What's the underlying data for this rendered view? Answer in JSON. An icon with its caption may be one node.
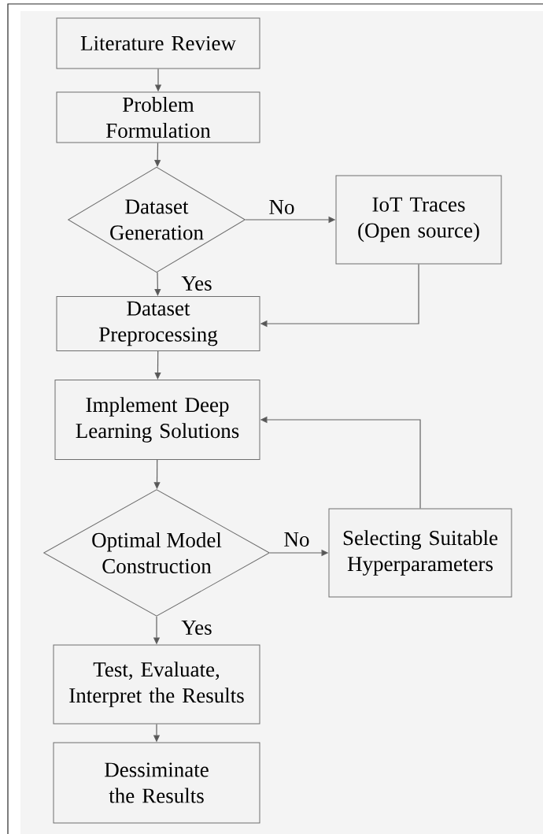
{
  "diagram": {
    "nodes": [
      {
        "text": [
          "Literature Review"
        ]
      },
      {
        "text": [
          "Problem Formulation"
        ]
      },
      {
        "text": [
          "Dataset Generation"
        ]
      },
      {
        "text": [
          "IoT Traces (Open source)"
        ]
      },
      {
        "text": [
          "Dataset Preprocessing"
        ]
      },
      {
        "text": [
          "Implement Deep Learning Solutions"
        ]
      },
      {
        "text": [
          "Optimal Model Construction"
        ]
      },
      {
        "text": [
          "Selecting Suitable Hyperparameters"
        ]
      },
      {
        "text": [
          "Test, Evaluate, Interpret the Results"
        ]
      },
      {
        "text": [
          "Dessiminate the Results"
        ]
      }
    ],
    "edges": [
      {
        "from": 0,
        "to": 1,
        "arrow": "to"
      },
      {
        "from": 1,
        "to": 2,
        "arrow": "to"
      },
      {
        "from": 2,
        "to": 3,
        "arrow": "to",
        "label": "No"
      },
      {
        "from": 2,
        "to": 4,
        "arrow": "to",
        "label": "Yes"
      },
      {
        "from": 3,
        "to": 4,
        "arrow": "to"
      },
      {
        "from": 4,
        "to": 5,
        "arrow": "to"
      },
      {
        "from": 5,
        "to": 6,
        "arrow": "to"
      },
      {
        "from": 6,
        "to": 7,
        "arrow": "to",
        "label": "No"
      },
      {
        "from": 7,
        "to": 5,
        "arrow": "to"
      },
      {
        "from": 6,
        "to": 8,
        "arrow": "to",
        "label": "Yes"
      },
      {
        "from": 8,
        "to": 9,
        "arrow": "to"
      }
    ]
  }
}
